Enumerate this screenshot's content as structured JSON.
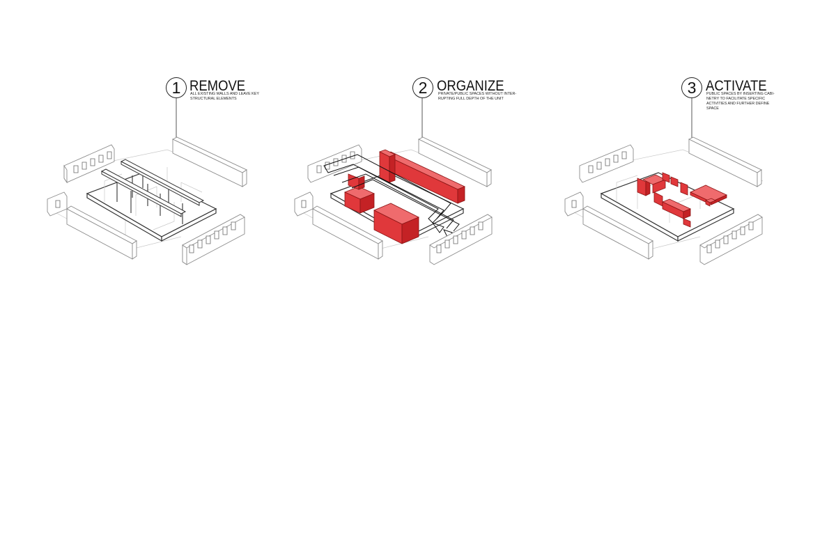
{
  "steps": [
    {
      "number": "1",
      "title": "REMOVE",
      "description": "ALL EXISTING WALLS AND LEAVE KEY\nSTRUCTURAL ELEMENTS"
    },
    {
      "number": "2",
      "title": "ORGANIZE",
      "description": "PRIVATE/PUBLIC SPACES WITHOUT INTER-\nRUPTING FULL DEPTH OF THE UNIT"
    },
    {
      "number": "3",
      "title": "ACTIVATE",
      "description": "PUBLIC SPACES BY INSERTING CABI-\nNETRY TO FACILITATE SPECIFIC\nACTIVITIES AND FURTHER DEFINE\nSPACE"
    }
  ],
  "colors": {
    "accent_red": "#e0383b",
    "line": "#333333",
    "background": "#ffffff"
  }
}
